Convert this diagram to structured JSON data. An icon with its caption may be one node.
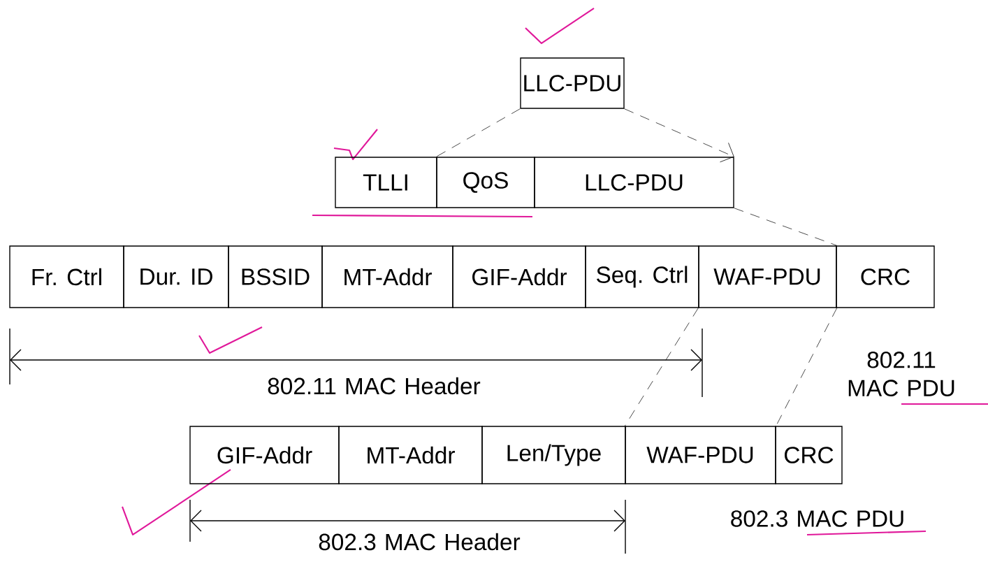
{
  "diagram": {
    "nodes": [
      {
        "text": [
          "LLC-PDU"
        ]
      },
      {
        "text": [
          "TLLI"
        ]
      },
      {
        "text": [
          "QoS"
        ]
      },
      {
        "text": [
          "LLC-PDU"
        ]
      },
      {
        "text": [
          "Fr. Ctrl"
        ]
      },
      {
        "text": [
          "Dur. ID"
        ]
      },
      {
        "text": [
          "BSSID"
        ]
      },
      {
        "text": [
          "MT-Addr"
        ]
      },
      {
        "text": [
          "GIF-Addr"
        ]
      },
      {
        "text": [
          "Seq. Ctrl"
        ]
      },
      {
        "text": [
          "WAF-PDU"
        ]
      },
      {
        "text": [
          "CRC"
        ]
      },
      {
        "text": [
          "GIF-Addr"
        ]
      },
      {
        "text": [
          "MT-Addr"
        ]
      },
      {
        "text": [
          "Len/Type"
        ]
      },
      {
        "text": [
          "WAF-PDU"
        ]
      },
      {
        "text": [
          "CRC"
        ]
      }
    ],
    "edges": [
      {
        "from": 0,
        "to": 2,
        "arrow": "none",
        "style": "dashed"
      },
      {
        "from": 0,
        "to": 3,
        "arrow": "to",
        "style": "dashed"
      },
      {
        "from": 3,
        "to": 10,
        "arrow": "none",
        "style": "dashed"
      },
      {
        "from": 10,
        "to": 15,
        "arrow": "none",
        "style": "dashed"
      },
      {
        "from": 10,
        "to": 15,
        "arrow": "none",
        "style": "dashed"
      }
    ],
    "labels": [
      "802.11 MAC PDU",
      "802.11 MAC Header",
      "802.3 MAC PDU",
      "802.3 MAC Header"
    ]
  }
}
